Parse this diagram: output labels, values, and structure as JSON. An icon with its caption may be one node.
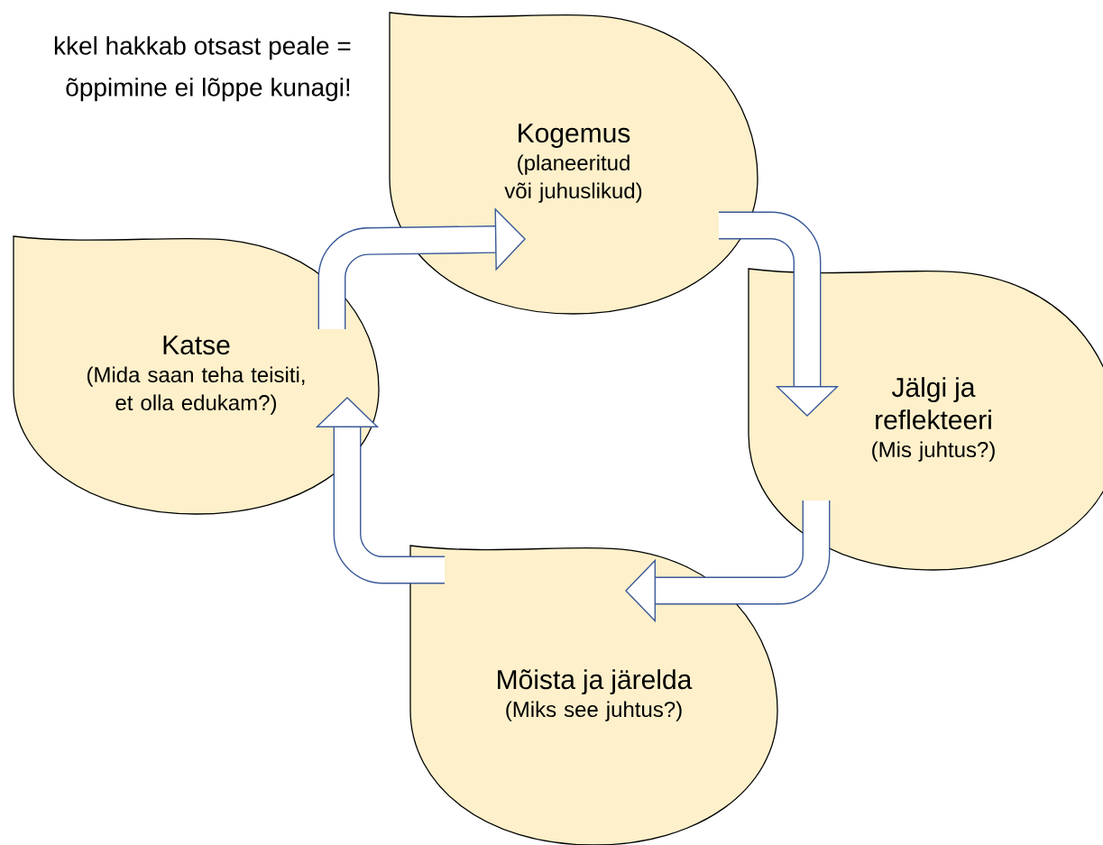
{
  "diagram": {
    "nodes": [
      {
        "text": [
          "Kogemus",
          "(planeeritud või juhuslikud)"
        ]
      },
      {
        "text": [
          "Katse",
          "(Mida saan teha teisiti, et olla edukam?)"
        ]
      },
      {
        "text": [
          "Jälgi ja reflekteeri",
          "(Mis juhtus?)"
        ]
      },
      {
        "text": [
          "Mõista ja järelda",
          "(Miks see juhtus?)"
        ]
      }
    ],
    "edges": [
      {
        "from": 0,
        "to": 2,
        "arrow": "to"
      },
      {
        "from": 2,
        "to": 3,
        "arrow": "to"
      },
      {
        "from": 3,
        "to": 1,
        "arrow": "to"
      },
      {
        "from": 1,
        "to": 0,
        "arrow": "to"
      }
    ],
    "labels": [
      "kkel hakkab otsast peale =",
      "õppimine ei lõppe kunagi!"
    ]
  }
}
